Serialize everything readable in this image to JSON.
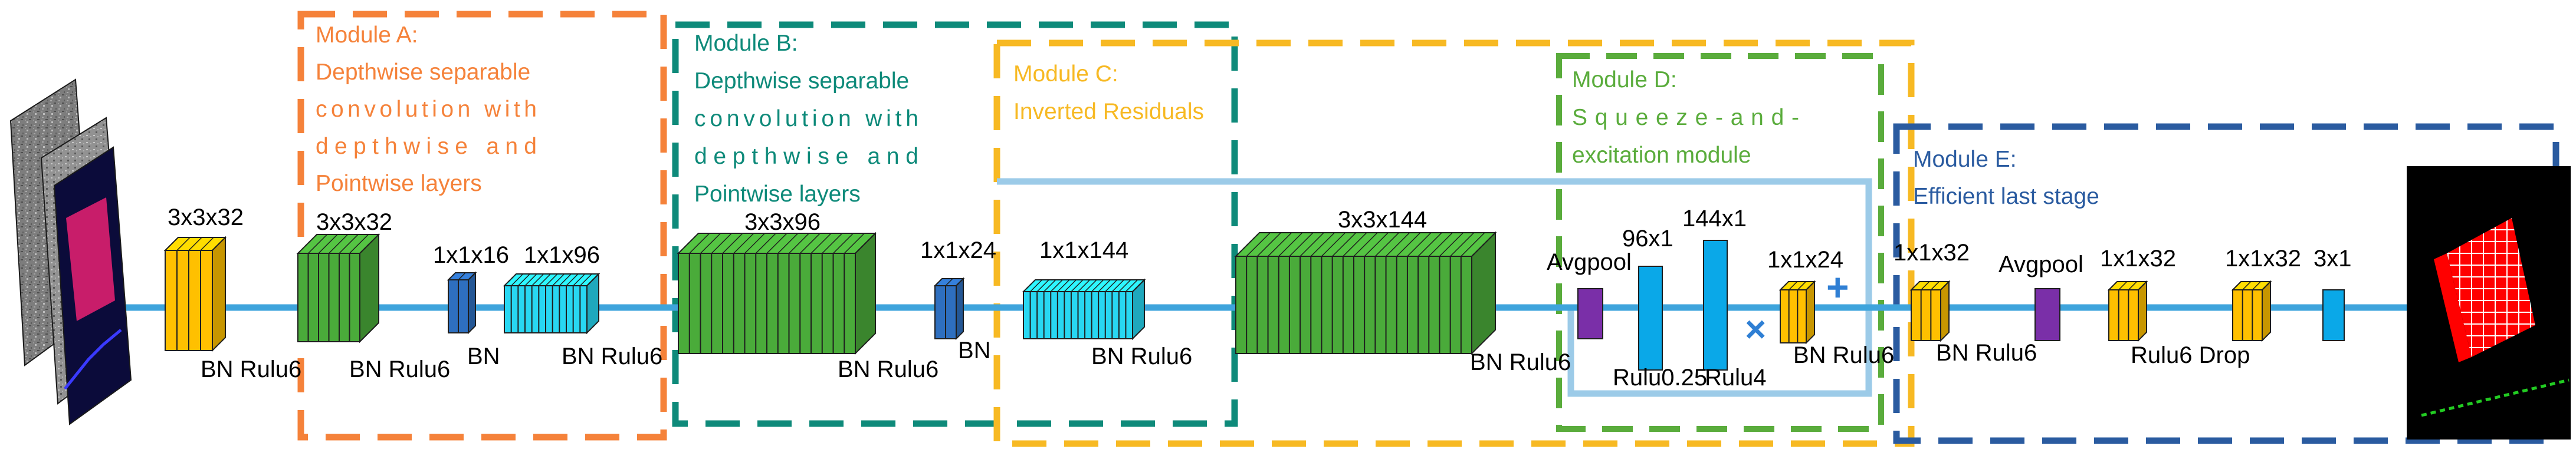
{
  "colors": {
    "module_a": "#f5823a",
    "module_b": "#0e8a7a",
    "module_c": "#f7b923",
    "module_d": "#5aac3c",
    "module_e": "#2a5ba0",
    "flow_line": "#3ea4dc",
    "residual": "#9ccbe8",
    "orange_block": "#ffc000",
    "green_block": "#4aab3a",
    "navy_block": "#2e6fbf",
    "cyan_block": "#28d7f2",
    "blue_bar": "#0aa8e8",
    "purple_block": "#7a2fa8",
    "op_symbol": "#2f7fd4"
  },
  "modules": {
    "a": {
      "title": "Module A:",
      "lines": [
        "Depthwise separable",
        "convolution with",
        "depthwise and",
        "Pointwise layers"
      ]
    },
    "b": {
      "title": "Module B:",
      "lines": [
        "Depthwise separable",
        "convolution with",
        "depthwise and",
        "Pointwise layers"
      ]
    },
    "c": {
      "title": "Module C:",
      "lines": [
        "Inverted Residuals"
      ]
    },
    "d": {
      "title": "Module D:",
      "lines": [
        "Squeeze-and-",
        "excitation module"
      ]
    },
    "e": {
      "title": "Module E:",
      "lines": [
        "Efficient last stage"
      ]
    }
  },
  "labels": {
    "l1": "3x3x32",
    "l2": "BN Rulu6",
    "l3": "3x3x32",
    "l4": "BN Rulu6",
    "l5": "1x1x16",
    "l6": "BN",
    "l7": "1x1x96",
    "l8": "BN Rulu6",
    "l9": "3x3x96",
    "l10": "BN Rulu6",
    "l11": "1x1x24",
    "l12": "BN",
    "l13": "1x1x144",
    "l14": "BN Rulu6",
    "l15": "3x3x144",
    "l16": "BN Rulu6",
    "l17": "Avgpool",
    "l18": "96x1",
    "l19": "Rulu0.25",
    "l20": "144x1",
    "l21": "Rulu4",
    "l22": "1x1x24",
    "l23": "BN Rulu6",
    "l24": "1x1x32",
    "l25": "BN Rulu6",
    "l26": "Avgpool",
    "l27": "1x1x32",
    "l28": "Rulu6 Drop",
    "l29": "1x1x32",
    "l30": "3x1"
  },
  "symbols": {
    "multiply": "×",
    "add": "+"
  }
}
